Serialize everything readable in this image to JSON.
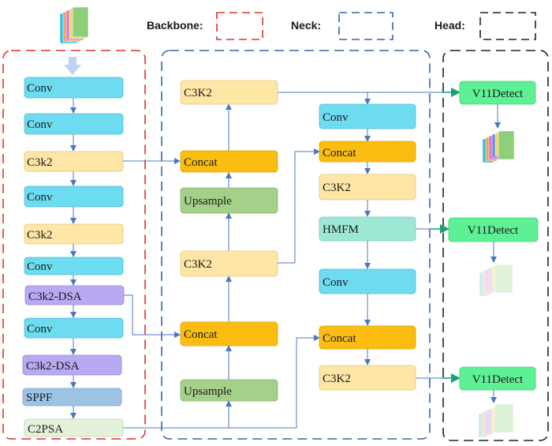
{
  "legend": {
    "backbone": "Backbone:",
    "neck": "Neck:",
    "head": "Head:"
  },
  "backbone": {
    "conv_1": "Conv",
    "conv_2": "Conv",
    "c3k2_1": "C3k2",
    "conv_3": "Conv",
    "c3k2_2": "C3k2",
    "conv_4": "Conv",
    "c3k2_dsa_1": "C3k2-DSA",
    "conv_5": "Conv",
    "c3k2_dsa_2": "C3k2-DSA",
    "sppf": "SPPF",
    "c2psa": "C2PSA"
  },
  "neck": {
    "left_c3k2_top": "C3K2",
    "left_concat_1": "Concat",
    "left_upsample_1": "Upsample",
    "left_c3k2_mid": "C3K2",
    "left_concat_2": "Concat",
    "left_upsample_2": "Upsample",
    "right_conv_1": "Conv",
    "right_concat_1": "Concat",
    "right_c3k2_1": "C3K2",
    "hmfm": "HMFM",
    "right_conv_2": "Conv",
    "right_concat_2": "Concat",
    "right_c3k2_2": "C3K2"
  },
  "head": {
    "detect_1": "V11Detect",
    "detect_2": "V11Detect",
    "detect_3": "V11Detect"
  },
  "colors": {
    "conv": "#6ddcf0",
    "c3k2": "#fde6a6",
    "c3k2_dsa": "#b9a8f2",
    "sppf": "#9cc2e4",
    "c2psa": "#e4f2dc",
    "concat": "#fbbd12",
    "upsample": "#a5d08a",
    "hmfm": "#9de8d4",
    "detect": "#5ef095",
    "backbone_border": "#e03030",
    "neck_border": "#3a64a8",
    "head_border": "#222222",
    "arrow": "#4a78c0"
  }
}
